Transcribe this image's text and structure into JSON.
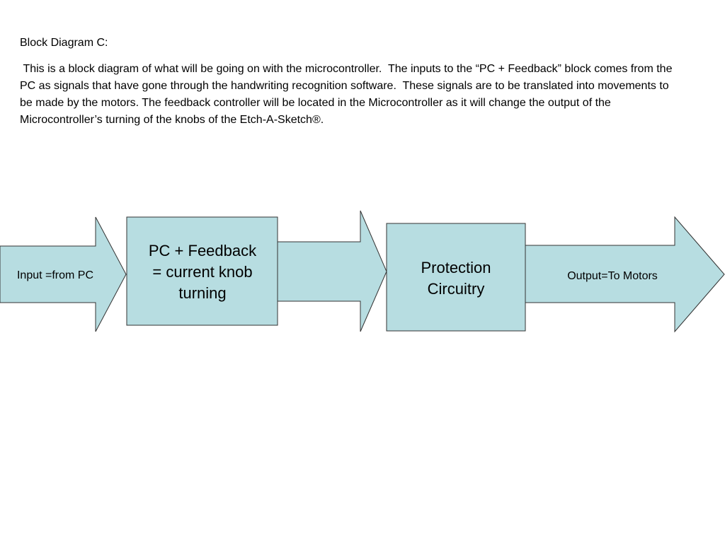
{
  "page": {
    "heading": "Block Diagram C:",
    "description": " This is a block diagram of what will be going on with the microcontroller.  The inputs to the “PC + Feedback” block comes from the PC as signals that have gone through the handwriting recognition software.  These signals are to be translated into movements to be made by the motors. The feedback controller will be located in the Microcontroller as it will change the output of the Microcontroller’s turning of the knobs of the Etch-A-Sketch®."
  },
  "diagram": {
    "input_arrow": {
      "label": "Input =from PC"
    },
    "feedback_block": {
      "lines": [
        "PC + Feedback",
        "= current knob",
        "turning"
      ]
    },
    "protection_block": {
      "lines": [
        "Protection",
        "Circuitry"
      ]
    },
    "output_arrow": {
      "label": "Output=To Motors"
    },
    "colors": {
      "fill": "#b7dde1",
      "stroke": "#333333"
    }
  }
}
